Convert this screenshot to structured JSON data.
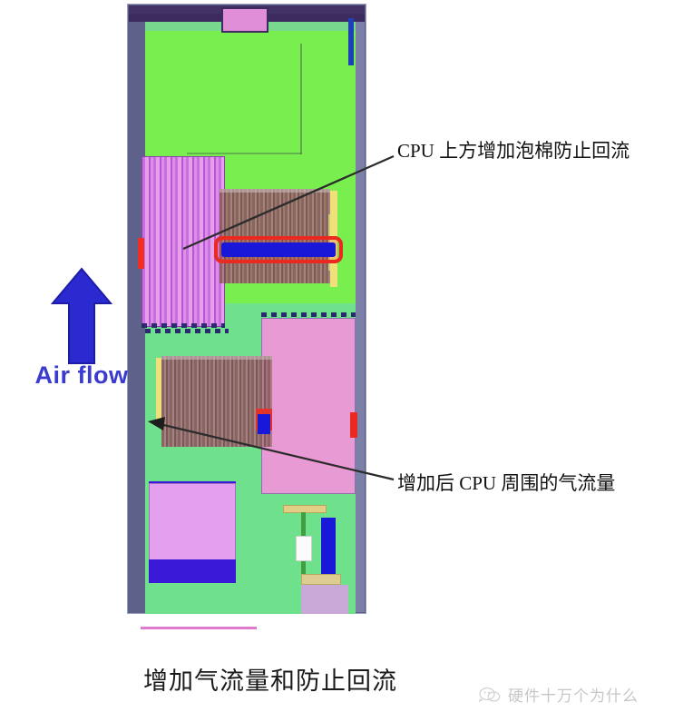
{
  "figure": {
    "caption": "增加气流量和防止回流",
    "title_meaning": "Server chassis top view airflow diagram"
  },
  "airflow": {
    "label": "Air flow",
    "direction": "up",
    "arrow_color": "#2a2ad0"
  },
  "annotations": [
    {
      "id": "anno-foam",
      "text": "CPU  上方增加泡棉防止回流",
      "target": "cpu-foam-bar",
      "leader_from": [
        438,
        170
      ],
      "leader_to": [
        196,
        272
      ]
    },
    {
      "id": "anno-airflow-volume",
      "text": "增加后  CPU  周围的气流量",
      "target": "lower-cpu-heatsink",
      "leader_from": [
        436,
        528
      ],
      "leader_to": [
        166,
        466
      ]
    }
  ],
  "components": {
    "chassis": "chassis-enclosure",
    "pcb_upper": "motherboard-upper",
    "pcb_lower": "motherboard-lower",
    "top_module": "front-panel-module",
    "magenta_fin_block": "memory-dimm-bank",
    "upper_heatsink": "cpu-heatsink-upper",
    "lower_heatsink": "cpu-heatsink-lower",
    "foam_bar": "anti-recirculation-foam",
    "pink_board": "riser-card",
    "psu": "power-supply-module",
    "connectors": [
      "red-tab-left",
      "red-tab-right",
      "blue-edge-tab"
    ]
  },
  "colors": {
    "pcb_green": "#79ee4f",
    "pcb_green_dark": "#6fe08c",
    "foam_blue": "#1a18d8",
    "highlight_red": "#ea2a20",
    "heatsink_brown": "#8a5a5f",
    "dimm_magenta": "#c86fe0",
    "pink_board": "#e89ad4",
    "chassis_wall": "#5b5f84",
    "airflow_blue": "#3b3bd0"
  },
  "watermark": {
    "text": "硬件十万个为什么",
    "logo": "wechat-account-logo"
  }
}
